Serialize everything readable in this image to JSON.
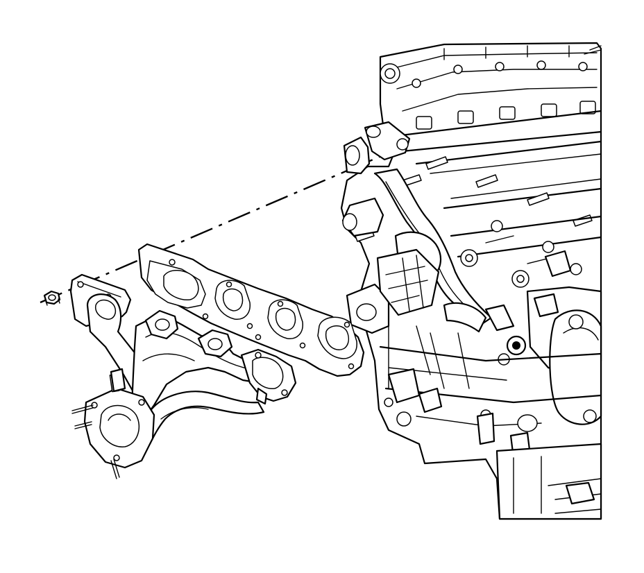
{
  "diagram": {
    "type": "exploded-view line illustration",
    "colors": {
      "line": "#000000",
      "background": "#ffffff"
    },
    "components": [
      {
        "id": "nut",
        "icon": "nut-icon"
      },
      {
        "id": "exhaust-manifold",
        "icon": "exhaust-manifold-icon"
      },
      {
        "id": "manifold-gasket",
        "icon": "gasket-icon"
      },
      {
        "id": "engine-block",
        "icon": "engine-block-icon"
      },
      {
        "id": "stud",
        "icon": "stud-icon"
      }
    ]
  }
}
